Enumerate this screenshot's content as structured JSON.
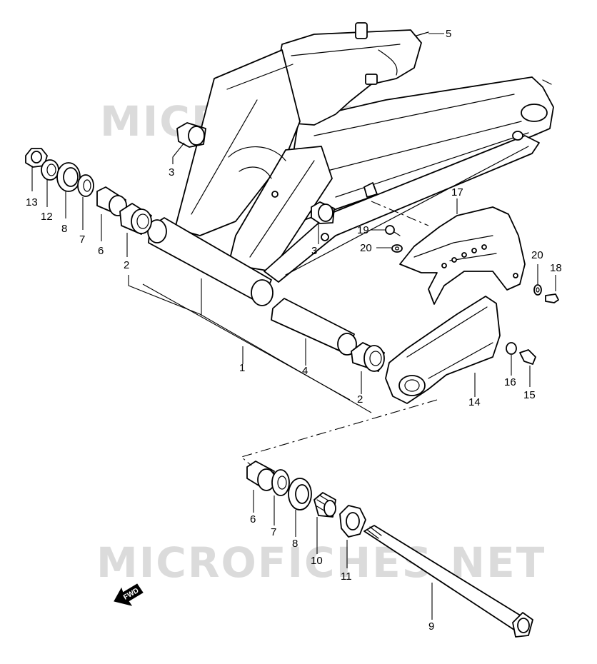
{
  "watermark": "MICROFICHES.NET",
  "fwd_label": "FWD",
  "callouts": [
    {
      "id": "c5",
      "label": "5"
    },
    {
      "id": "c3a",
      "label": "3"
    },
    {
      "id": "c13",
      "label": "13"
    },
    {
      "id": "c12",
      "label": "12"
    },
    {
      "id": "c8a",
      "label": "8"
    },
    {
      "id": "c7a",
      "label": "7"
    },
    {
      "id": "c6a",
      "label": "6"
    },
    {
      "id": "c2a",
      "label": "2"
    },
    {
      "id": "c3b",
      "label": "3"
    },
    {
      "id": "c17",
      "label": "17"
    },
    {
      "id": "c19",
      "label": "19"
    },
    {
      "id": "c20a",
      "label": "20"
    },
    {
      "id": "c20b",
      "label": "20"
    },
    {
      "id": "c18",
      "label": "18"
    },
    {
      "id": "c1",
      "label": "1"
    },
    {
      "id": "c4",
      "label": "4"
    },
    {
      "id": "c2b",
      "label": "2"
    },
    {
      "id": "c16",
      "label": "16"
    },
    {
      "id": "c15",
      "label": "15"
    },
    {
      "id": "c14",
      "label": "14"
    },
    {
      "id": "c6b",
      "label": "6"
    },
    {
      "id": "c7b",
      "label": "7"
    },
    {
      "id": "c8b",
      "label": "8"
    },
    {
      "id": "c10",
      "label": "10"
    },
    {
      "id": "c11",
      "label": "11"
    },
    {
      "id": "c9",
      "label": "9"
    }
  ]
}
